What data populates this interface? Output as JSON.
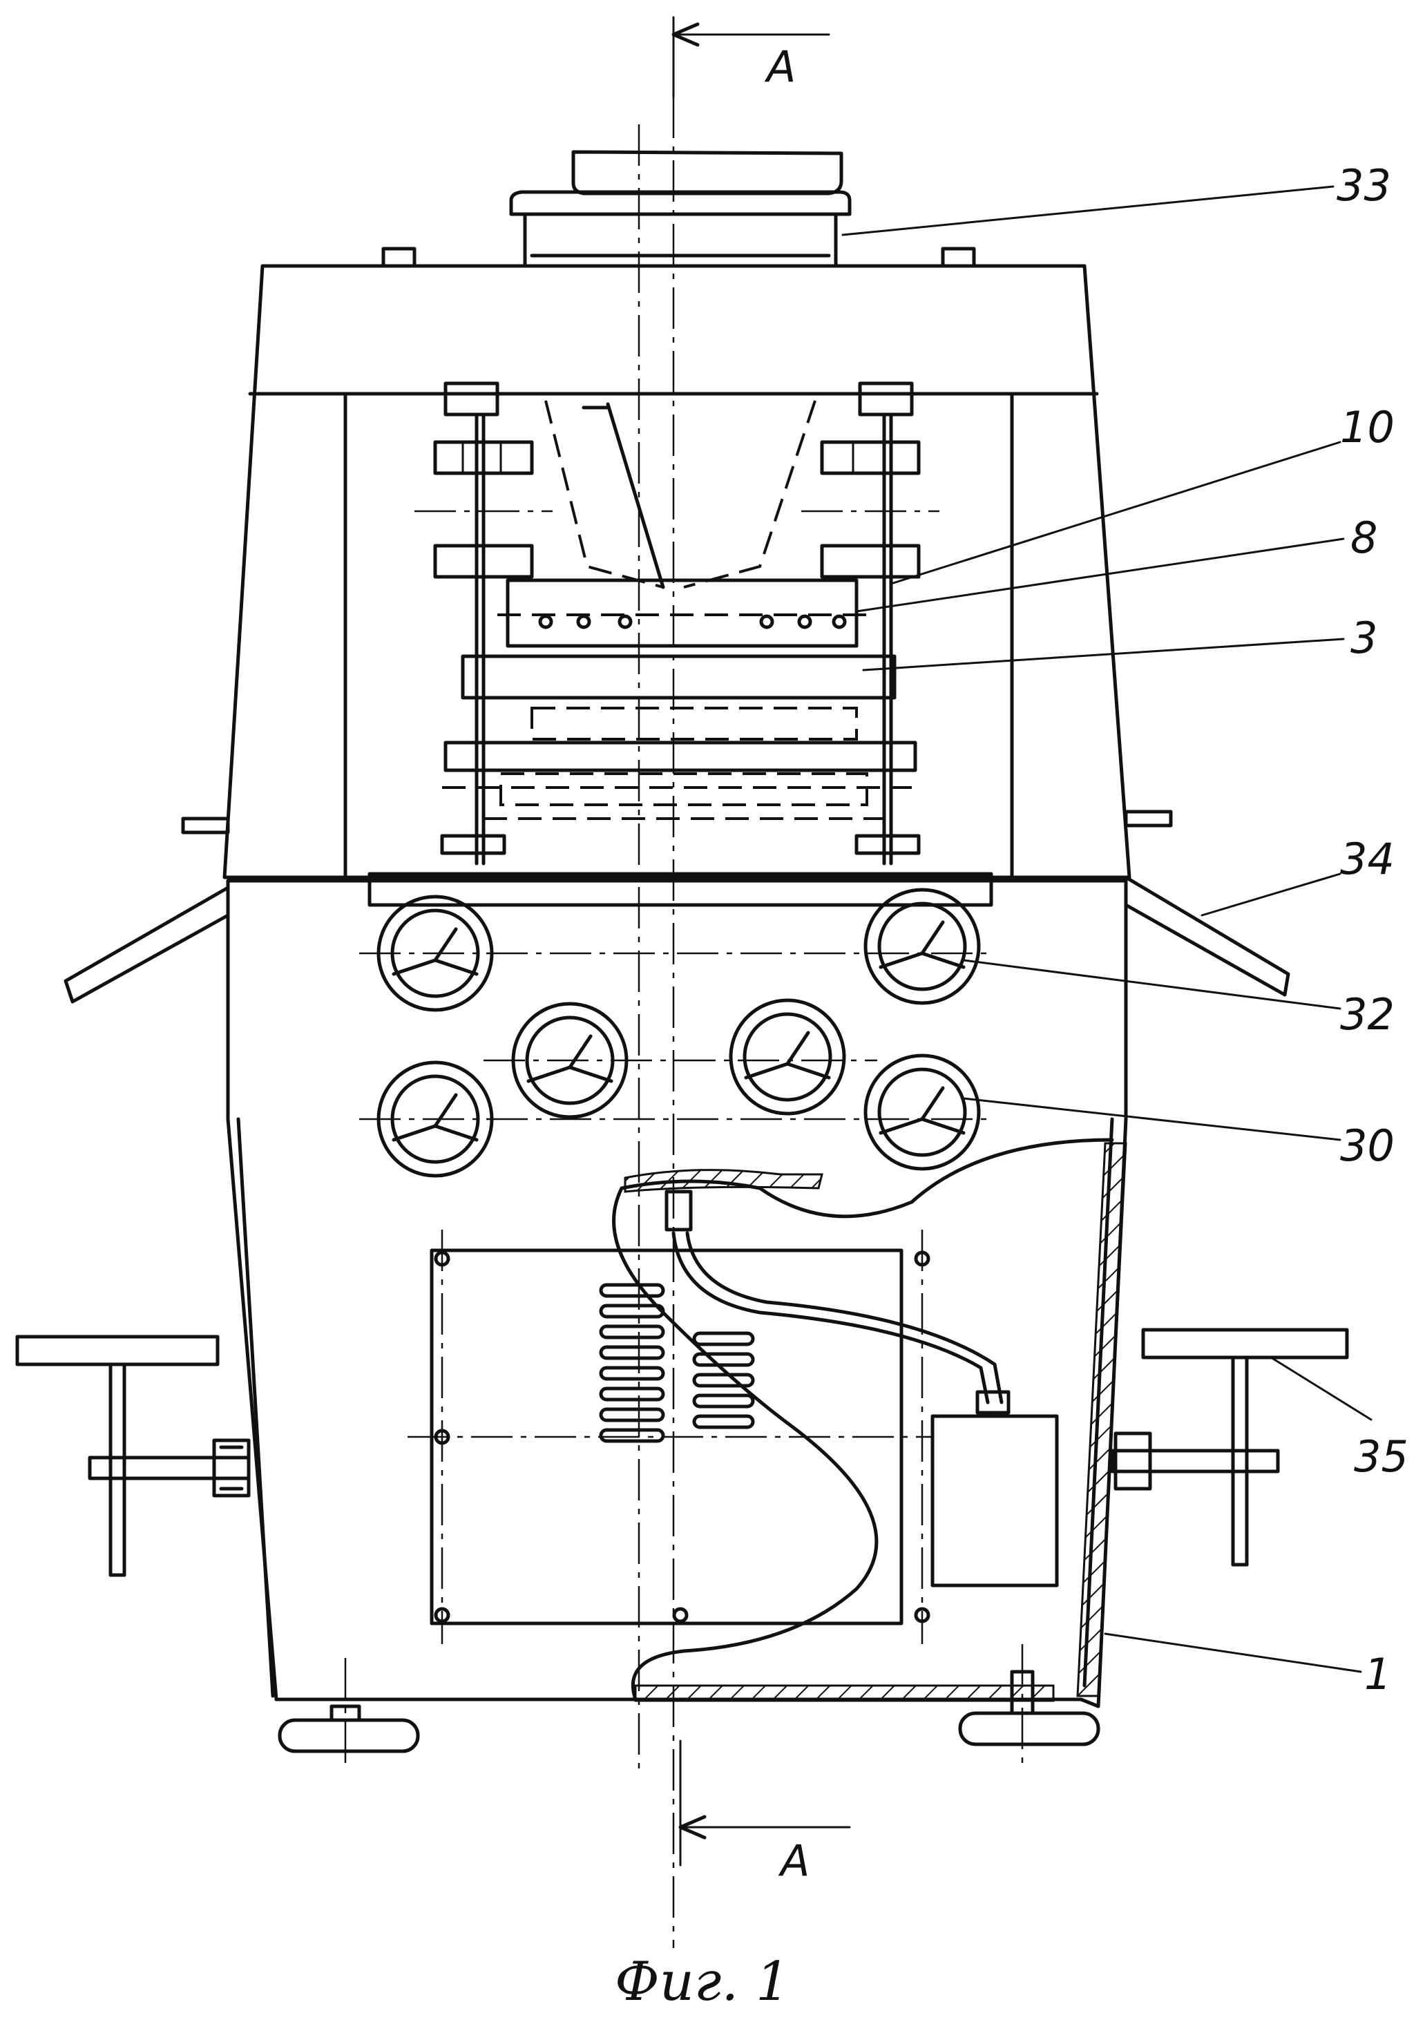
{
  "section_marks": {
    "top": "A",
    "bottom": "A"
  },
  "callouts": [
    "33",
    "10",
    "8",
    "3",
    "34",
    "32",
    "30",
    "35",
    "1"
  ],
  "caption": "Фиг. 1"
}
